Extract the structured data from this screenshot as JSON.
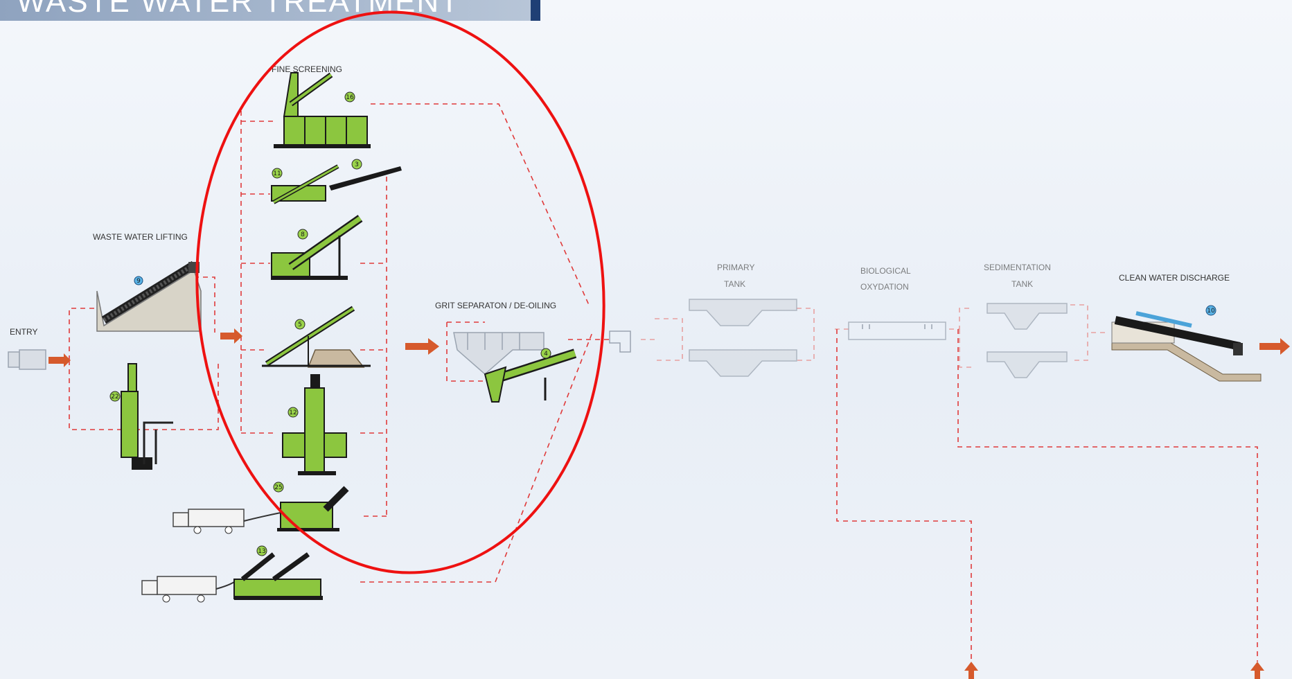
{
  "header": {
    "title": "WASTE WATER TREATMENT"
  },
  "labels": {
    "entry": "ENTRY",
    "waste_water_lifting": "WASTE WATER LIFTING",
    "fine_screening": "FINE SCREENING",
    "grit_separation": "GRIT SEPARATON / DE-OILING",
    "primary_tank_1": "PRIMARY",
    "primary_tank_2": "TANK",
    "biological_1": "BIOLOGICAL",
    "biological_2": "OXYDATION",
    "sedimentation_1": "SEDIMENTATION",
    "sedimentation_2": "TANK",
    "clean_water": "CLEAN WATER DISCHARGE"
  },
  "badges": {
    "lifting_screw": "9",
    "lifting_pump": "22",
    "screen_drum": "16",
    "screen_11": "11",
    "screen_3": "3",
    "screen_8": "8",
    "screen_5": "5",
    "screen_12": "12",
    "screen_25": "25",
    "truck_13": "13",
    "grit_4": "4",
    "discharge_10": "10"
  },
  "colors": {
    "machine": "#8cc63f",
    "flow_line": "#e03a3a",
    "highlight_circle": "#ee1111",
    "title_accent": "#1f3f75",
    "arrow": "#d65a2c"
  }
}
